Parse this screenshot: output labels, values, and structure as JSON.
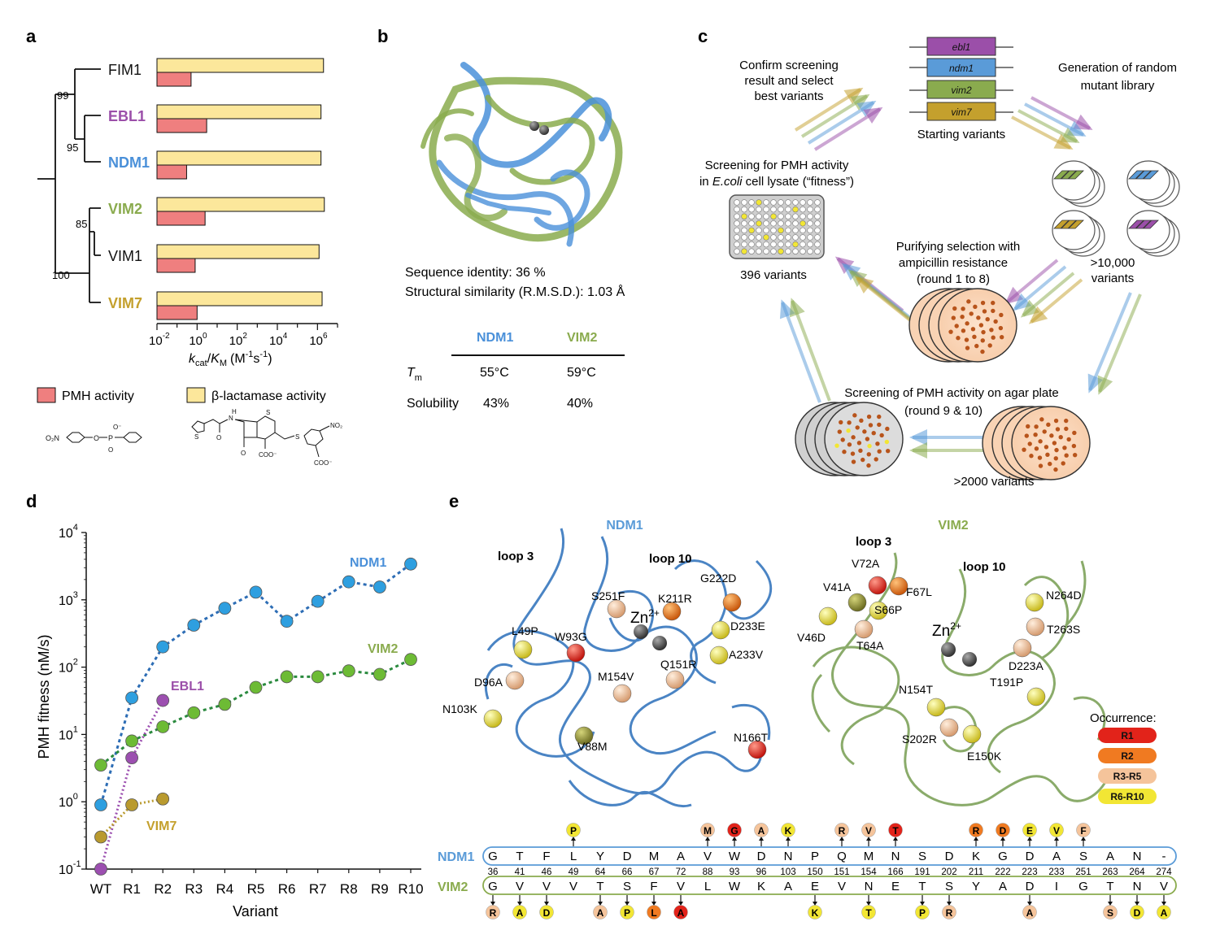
{
  "panel_labels": {
    "a": "a",
    "b": "b",
    "c": "c",
    "d": "d",
    "e": "e"
  },
  "colors": {
    "ndm1": "#4a90d9",
    "vim2": "#8aab4e",
    "ebl1": "#9b4fa9",
    "vim7": "#c4a02d",
    "pmh_bar": "#ef7f7f",
    "blac_bar": "#fce79b",
    "dot_ndm1": "#2e9fe0",
    "dot_vim2": "#6dbb35",
    "dot_ebl1": "#9c4fb0",
    "dot_vim7": "#b99a2e",
    "line_ndm1": "#2d6db5",
    "line_vim2": "#2a8a3e",
    "r1": "#e2231a",
    "r2": "#f07a21",
    "r3r5": "#f5c49b",
    "r6r10": "#f2e634"
  },
  "panel_a": {
    "bootstrap": [
      "99",
      "95",
      "85",
      "100"
    ],
    "axis_label_k": "k",
    "axis_label_cat": "cat",
    "axis_label_slash": "/",
    "axis_label_K": "K",
    "axis_label_M": "M",
    "axis_units": "(M",
    "axis_units_sup1": "-1",
    "axis_units_s": "s",
    "axis_units_sup2": "-1",
    "axis_units_close": ")",
    "legend_pmh": "PMH activity",
    "legend_blac": "β-lactamase activity",
    "struct_pmh": "O₂N",
    "struct_pmh_o": "O",
    "struct_pmh_p": "P",
    "struct_pmh_om": "O⁻",
    "struct_blac_no2": "NO₂",
    "struct_blac_coo1": "COO⁻",
    "struct_blac_coo2": "COO⁻",
    "struct_blac_s1": "S",
    "struct_blac_s2": "S",
    "struct_blac_n": "N",
    "struct_blac_h": "H",
    "struct_blac_o": "O"
  },
  "chart_data": [
    {
      "type": "bar",
      "panel": "a",
      "orientation": "horizontal",
      "scale": "log",
      "categories": [
        "FIM1",
        "EBL1",
        "NDM1",
        "VIM2",
        "VIM1",
        "VIM7"
      ],
      "series": [
        {
          "name": "β-lactamase activity",
          "values": [
            2000000,
            1500000,
            1500000,
            2200000,
            1200000,
            1700000
          ]
        },
        {
          "name": "PMH activity",
          "values": [
            0.5,
            3,
            0.3,
            2.5,
            0.8,
            1.0
          ]
        }
      ],
      "xlabel": "kcat/KM (M-1s-1)",
      "xticks": [
        "10-2",
        "100",
        "102",
        "104",
        "106"
      ],
      "xlim": [
        0.01,
        10000000
      ]
    },
    {
      "type": "line",
      "panel": "d",
      "scale": "log",
      "categories": [
        "WT",
        "R1",
        "R2",
        "R3",
        "R4",
        "R5",
        "R6",
        "R7",
        "R8",
        "R9",
        "R10"
      ],
      "series": [
        {
          "name": "NDM1",
          "values": [
            0.9,
            35,
            200,
            420,
            750,
            1300,
            480,
            950,
            1850,
            1550,
            3400
          ]
        },
        {
          "name": "VIM2",
          "values": [
            3.5,
            8,
            13,
            21,
            28,
            50,
            72,
            72,
            88,
            78,
            130
          ]
        },
        {
          "name": "EBL1",
          "values": [
            0.1,
            4.5,
            32,
            null,
            null,
            null,
            null,
            null,
            null,
            null,
            null
          ]
        },
        {
          "name": "VIM7",
          "values": [
            0.3,
            0.9,
            1.1,
            null,
            null,
            null,
            null,
            null,
            null,
            null,
            null
          ]
        }
      ],
      "xlabel": "Variant",
      "ylabel": "PMH fitness (nM/s)",
      "ylim": [
        0.1,
        10000
      ],
      "yticks": [
        "10-1",
        "100",
        "101",
        "102",
        "103",
        "104"
      ]
    }
  ],
  "panel_b": {
    "seq_identity": "Sequence identity: 36 %",
    "struct_sim": "Structural similarity (R.M.S.D.): 1.03 Å",
    "table_head": [
      "NDM1",
      "VIM2"
    ],
    "row_tm_label": "T",
    "row_tm_sub": "m",
    "row_tm": [
      "55°C",
      "59°C"
    ],
    "row_sol_label": "Solubility",
    "row_sol": [
      "43%",
      "40%"
    ]
  },
  "panel_c": {
    "genes": [
      "ebl1",
      "ndm1",
      "vim2",
      "vim7"
    ],
    "starting": "Starting variants",
    "generation_l1": "Generation of random",
    "generation_l2": "mutant library",
    "confirm_l1": "Confirm screening",
    "confirm_l2": "result and select",
    "confirm_l3": "best variants",
    "screen_l1": "Screening for PMH activity",
    "screen_l2_pre": "in ",
    "screen_l2_ecoli": "E.coli",
    "screen_l2_post": " cell lysate (“fitness”)",
    "v396": "396 variants",
    "purify_l1": "Purifying selection with",
    "purify_l2": "ampicillin resistance",
    "purify_l3": "(round 1 to 8)",
    "v10000_l1": ">10,000",
    "v10000_l2": "variants",
    "agar_l1": "Screening of PMH activity on agar plate",
    "agar_l2": "(round 9 & 10)",
    "v2000": ">2000 variants"
  },
  "panel_d": {
    "label_ndm1": "NDM1",
    "label_vim2": "VIM2",
    "label_ebl1": "EBL1",
    "label_vim7": "VIM7"
  },
  "panel_e": {
    "title_ndm1": "NDM1",
    "title_vim2": "VIM2",
    "loop3": "loop 3",
    "loop10": "loop 10",
    "zn": "Zn",
    "zn_sup": "2+",
    "ndm_muts": [
      "S251F",
      "K211R",
      "G222D",
      "L49P",
      "W93G",
      "D233E",
      "D96A",
      "A233V",
      "M154V",
      "Q151R",
      "N103K",
      "V88M",
      "N166T"
    ],
    "vim_muts": [
      "V72A",
      "V41A",
      "F67L",
      "S66P",
      "N264D",
      "V46D",
      "T64A",
      "T263S",
      "D223A",
      "T191P",
      "N154T",
      "S202R",
      "E150K"
    ],
    "occurrence_title": "Occurrence:",
    "occurrence": [
      "R1",
      "R2",
      "R3-R5",
      "R6-R10"
    ],
    "seq_label_ndm1": "NDM1",
    "seq_label_vim2": "VIM2",
    "ndm1_seq": [
      "G",
      "T",
      "F",
      "L",
      "Y",
      "D",
      "M",
      "A",
      "V",
      "W",
      "D",
      "N",
      "P",
      "Q",
      "M",
      "N",
      "S",
      "D",
      "K",
      "G",
      "D",
      "A",
      "S",
      "A",
      "N",
      "-"
    ],
    "vim2_seq": [
      "G",
      "V",
      "V",
      "V",
      "T",
      "S",
      "F",
      "V",
      "L",
      "W",
      "K",
      "A",
      "E",
      "V",
      "N",
      "E",
      "T",
      "S",
      "Y",
      "A",
      "D",
      "I",
      "G",
      "T",
      "N",
      "V"
    ],
    "positions": [
      "36",
      "41",
      "46",
      "49",
      "64",
      "66",
      "67",
      "72",
      "88",
      "93",
      "96",
      "103",
      "150",
      "151",
      "154",
      "166",
      "191",
      "202",
      "211",
      "222",
      "223",
      "233",
      "251",
      "263",
      "264",
      "274"
    ],
    "ndm_above": [
      {
        "pos": "49",
        "aa": "P",
        "occ": "r6r10"
      },
      {
        "pos": "88",
        "aa": "M",
        "occ": "r3r5"
      },
      {
        "pos": "93",
        "aa": "G",
        "occ": "r1"
      },
      {
        "pos": "96",
        "aa": "A",
        "occ": "r3r5"
      },
      {
        "pos": "103",
        "aa": "K",
        "occ": "r6r10"
      },
      {
        "pos": "151",
        "aa": "R",
        "occ": "r3r5"
      },
      {
        "pos": "154",
        "aa": "V",
        "occ": "r3r5"
      },
      {
        "pos": "166",
        "aa": "T",
        "occ": "r1"
      },
      {
        "pos": "211",
        "aa": "R",
        "occ": "r2"
      },
      {
        "pos": "222",
        "aa": "D",
        "occ": "r2"
      },
      {
        "pos": "223",
        "aa": "E",
        "occ": "r6r10"
      },
      {
        "pos": "233",
        "aa": "V",
        "occ": "r6r10"
      },
      {
        "pos": "251",
        "aa": "F",
        "occ": "r3r5"
      }
    ],
    "vim_below": [
      {
        "pos": "36",
        "aa": "R",
        "occ": "r3r5"
      },
      {
        "pos": "41",
        "aa": "A",
        "occ": "r6r10"
      },
      {
        "pos": "46",
        "aa": "D",
        "occ": "r6r10"
      },
      {
        "pos": "64",
        "aa": "A",
        "occ": "r3r5"
      },
      {
        "pos": "66",
        "aa": "P",
        "occ": "r6r10"
      },
      {
        "pos": "67",
        "aa": "L",
        "occ": "r2"
      },
      {
        "pos": "72",
        "aa": "A",
        "occ": "r1"
      },
      {
        "pos": "150",
        "aa": "K",
        "occ": "r6r10"
      },
      {
        "pos": "154",
        "aa": "T",
        "occ": "r6r10"
      },
      {
        "pos": "191",
        "aa": "P",
        "occ": "r6r10"
      },
      {
        "pos": "202",
        "aa": "R",
        "occ": "r3r5"
      },
      {
        "pos": "223",
        "aa": "A",
        "occ": "r3r5"
      },
      {
        "pos": "263",
        "aa": "S",
        "occ": "r3r5"
      },
      {
        "pos": "264",
        "aa": "D",
        "occ": "r6r10"
      },
      {
        "pos": "274",
        "aa": "A",
        "occ": "r6r10"
      }
    ]
  }
}
